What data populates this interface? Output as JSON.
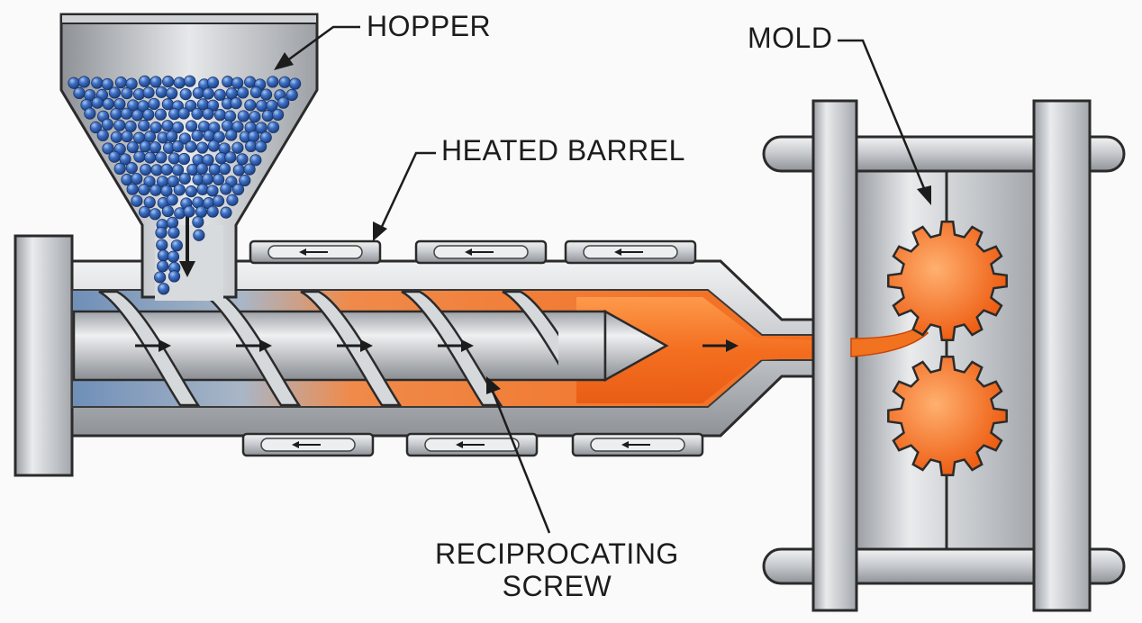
{
  "labels": {
    "hopper": "HOPPER",
    "heated_barrel": "HEATED BARREL",
    "mold": "MOLD",
    "screw_line1": "RECIPROCATING",
    "screw_line2": "SCREW"
  },
  "colors": {
    "background": "#fafafa",
    "steel_light": "#e4e6e8",
    "steel_dark": "#8d9196",
    "pellet_blue": "#2f5fb0",
    "melt_orange": "#f06a1c",
    "outline": "#2b2b2b"
  },
  "icons": [
    "pellet-icon",
    "flow-arrow-icon",
    "heater-band-icon",
    "gear-cavity-icon"
  ]
}
